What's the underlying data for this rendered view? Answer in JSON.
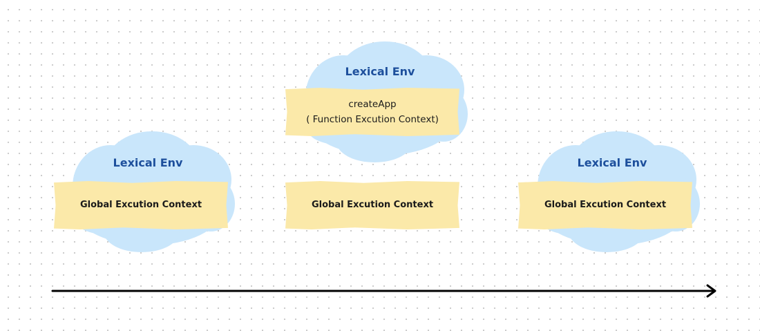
{
  "colors": {
    "cloud": "#c9e6fb",
    "sticky": "#fbe9a9",
    "env_text": "#1d4f9c",
    "arrow": "#000000"
  },
  "stages": [
    {
      "env_label": "Lexical Env",
      "context_label": "Global Excution Context"
    },
    {
      "env_label": "Lexical Env",
      "function_name": "createApp",
      "function_context_label": "( Function Excution Context)",
      "context_label": "Global Excution Context"
    },
    {
      "env_label": "Lexical Env",
      "context_label": "Global Excution Context"
    }
  ]
}
